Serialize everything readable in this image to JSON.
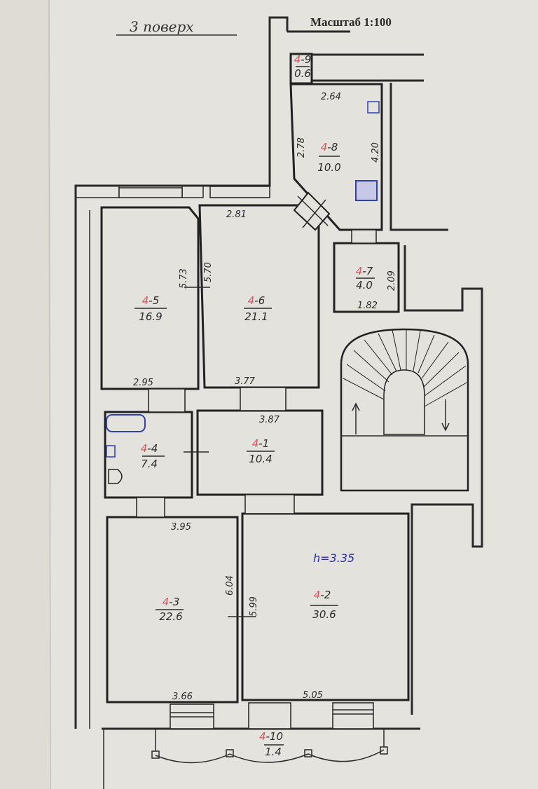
{
  "header": {
    "floor_title": "3 поверх",
    "scale": "Масштаб 1:100"
  },
  "ceiling_height": "h=3.35",
  "rooms": [
    {
      "prefix": "4",
      "suffix": "-1",
      "area": "10.4"
    },
    {
      "prefix": "4",
      "suffix": "-2",
      "area": "30.6"
    },
    {
      "prefix": "4",
      "suffix": "-3",
      "area": "22.6"
    },
    {
      "prefix": "4",
      "suffix": "-4",
      "area": "7.4"
    },
    {
      "prefix": "4",
      "suffix": "-5",
      "area": "16.9"
    },
    {
      "prefix": "4",
      "suffix": "-6",
      "area": "21.1"
    },
    {
      "prefix": "4",
      "suffix": "-7",
      "area": "4.0"
    },
    {
      "prefix": "4",
      "suffix": "-8",
      "area": "10.0"
    },
    {
      "prefix": "4",
      "suffix": "-9",
      "area": "0.6"
    },
    {
      "prefix": "4",
      "suffix": "-10",
      "area": "1.4"
    }
  ],
  "dimensions": {
    "r8_top": "2.64",
    "r8_left": "2.78",
    "r8_right": "4.20",
    "r7_right": "2.09",
    "r7_bottom": "1.82",
    "r6_top": "2.81",
    "r6_left": "5.70",
    "r6_bottom": "3.77",
    "r5_right": "5.73",
    "r5_bottom": "2.95",
    "r1_top": "3.87",
    "r3_top": "3.95",
    "r3_right": "6.04",
    "r3_bottom": "3.66",
    "r2_left": "5.99",
    "r2_bottom": "5.05"
  },
  "colors": {
    "paper": "#e3e2dc",
    "room_prefix": "#d8565e",
    "height_ink": "#2a2ac0",
    "fixture_ink": "#3040b0"
  }
}
